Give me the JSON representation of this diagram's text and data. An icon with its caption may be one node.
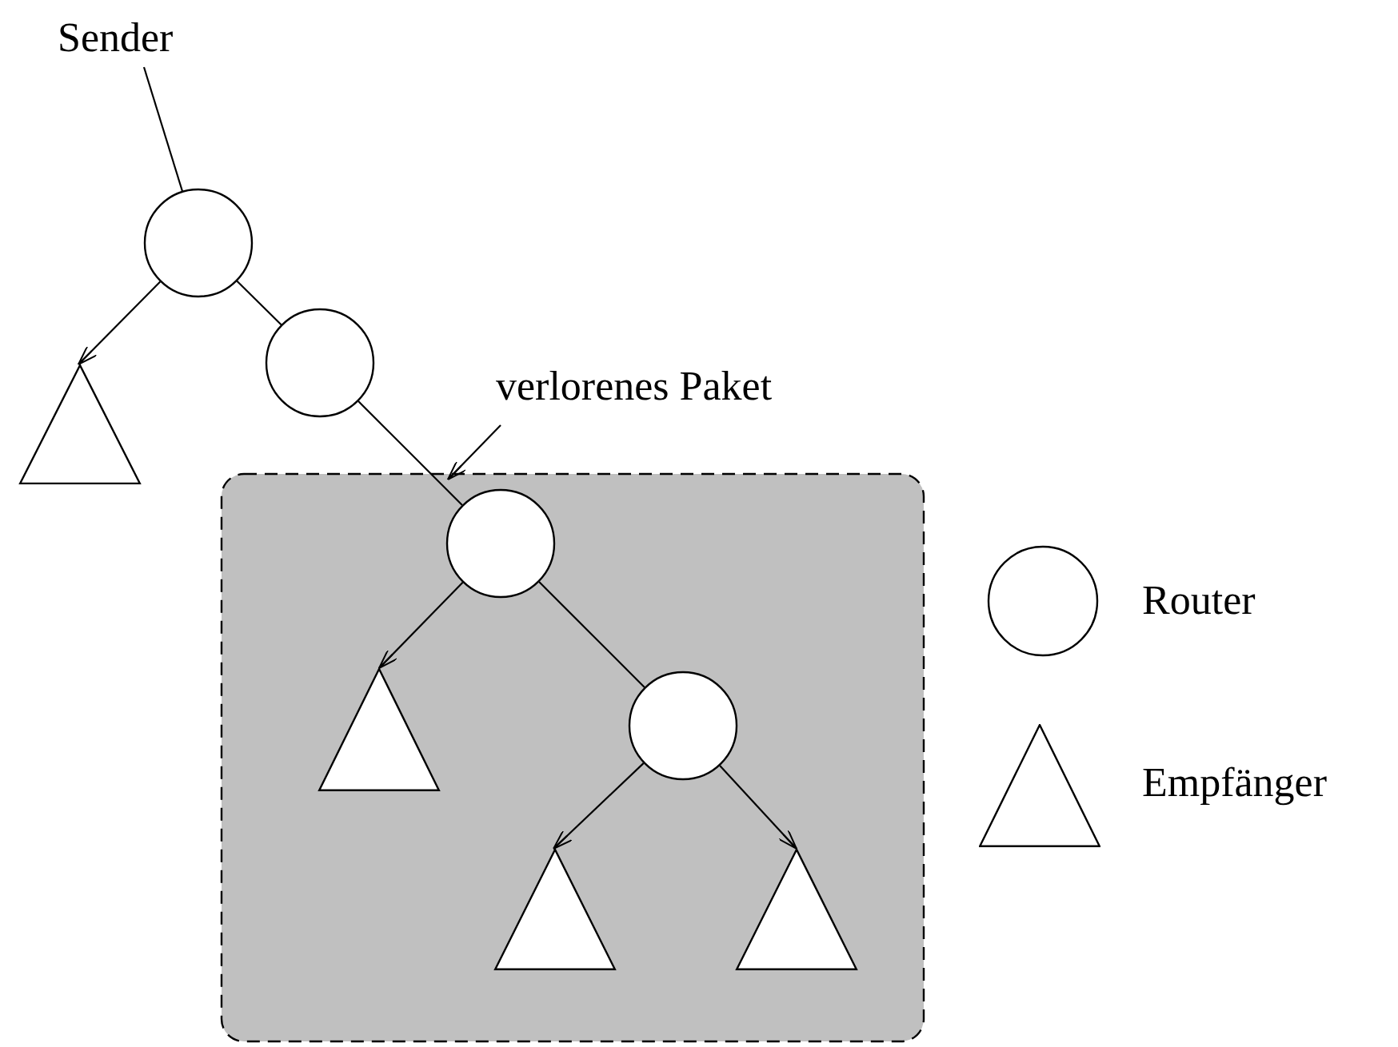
{
  "diagram": {
    "nodes": [
      {
        "text": [
          "Sender"
        ]
      },
      {
        "text": [],
        "shape": "circle"
      },
      {
        "text": [],
        "shape": "triangle"
      },
      {
        "text": [],
        "shape": "circle"
      },
      {
        "text": [],
        "shape": "box"
      },
      {
        "text": [],
        "shape": "circle",
        "in": 4
      },
      {
        "text": [],
        "shape": "triangle",
        "in": 4
      },
      {
        "text": [],
        "shape": "circle",
        "in": 4
      },
      {
        "text": [],
        "shape": "triangle",
        "in": 4
      },
      {
        "text": [],
        "shape": "triangle",
        "in": 4
      },
      {
        "text": [
          "verlorenes Paket"
        ]
      }
    ],
    "edges": [
      {
        "from": 0,
        "to": 1,
        "arrow": "none"
      },
      {
        "from": 1,
        "to": 2,
        "arrow": "to"
      },
      {
        "from": 1,
        "to": 3,
        "arrow": "none"
      },
      {
        "from": 3,
        "to": 5,
        "arrow": "none"
      },
      {
        "from": 5,
        "to": 6,
        "arrow": "to"
      },
      {
        "from": 5,
        "to": 7,
        "arrow": "none"
      },
      {
        "from": 7,
        "to": 8,
        "arrow": "to"
      },
      {
        "from": 7,
        "to": 9,
        "arrow": "to"
      },
      {
        "from": 10,
        "to": 4,
        "arrow": "to"
      }
    ],
    "legend": [
      {
        "text": "Router"
      },
      {
        "text": "Empfänger"
      }
    ]
  }
}
